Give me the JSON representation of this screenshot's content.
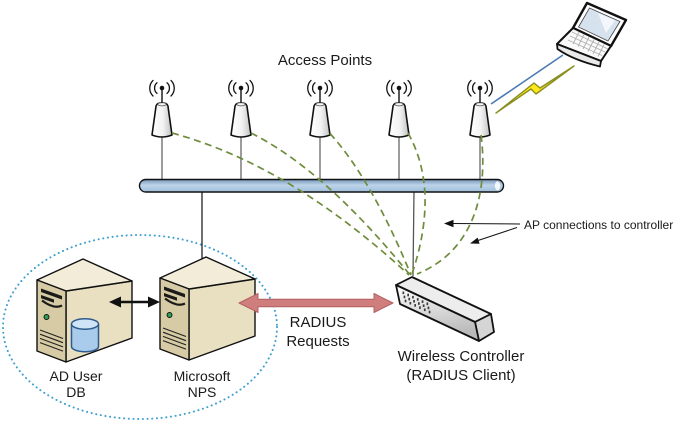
{
  "diagram": {
    "type": "network-topology",
    "labels": {
      "access_points": "Access Points",
      "ap_connections": "AP connections to controller",
      "radius": {
        "line1": "RADIUS",
        "line2": "Requests"
      },
      "controller": {
        "line1": "Wireless Controller",
        "line2": "(RADIUS Client)"
      },
      "ad_db": {
        "line1": "AD User",
        "line2": "DB"
      },
      "nps": {
        "line1": "Microsoft",
        "line2": "NPS"
      }
    },
    "nodes": [
      {
        "id": "access-point-1",
        "kind": "access-point"
      },
      {
        "id": "access-point-2",
        "kind": "access-point"
      },
      {
        "id": "access-point-3",
        "kind": "access-point"
      },
      {
        "id": "access-point-4",
        "kind": "access-point"
      },
      {
        "id": "access-point-5",
        "kind": "access-point"
      },
      {
        "id": "laptop",
        "kind": "wireless-client"
      },
      {
        "id": "network-backbone",
        "kind": "lan-segment"
      },
      {
        "id": "wireless-controller",
        "kind": "radius-client"
      },
      {
        "id": "microsoft-nps",
        "kind": "server"
      },
      {
        "id": "ad-user-db",
        "kind": "server-with-database"
      },
      {
        "id": "nps-boundary",
        "kind": "dotted-ellipse-group"
      }
    ],
    "connections": [
      {
        "from": "access-points",
        "to": "wireless-controller",
        "style": "dashed-olive-curves",
        "count": 5
      },
      {
        "from": "laptop",
        "to": "access-point-5",
        "style": "lightning-wireless-link"
      },
      {
        "from": "microsoft-nps",
        "to": "ad-user-db",
        "style": "black-double-arrow"
      },
      {
        "from": "wireless-controller",
        "to": "microsoft-nps",
        "style": "salmon-double-arrow",
        "label": "RADIUS Requests"
      }
    ],
    "colors": {
      "backbone_fill": "#b5cee6",
      "ap_link_dash": "#6e8c3c",
      "radius_arrow": "#cf7d7d",
      "boundary_dots": "#3fa0d0",
      "lightning_fill": "#ffe81a",
      "lightning_edge": "#8a8f1f",
      "wireless_line": "#4a7ab5",
      "database_fill": "#a9ccec",
      "server_front": "#d6cba4",
      "server_side": "#e9e0c2",
      "server_top": "#f2ecd8",
      "text": "#1a1a1a"
    }
  }
}
